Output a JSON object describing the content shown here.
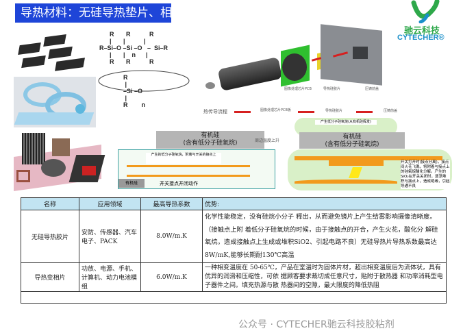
{
  "title": "导热材料：无硅导热垫片、相变材料",
  "logo": {
    "name_cn": "驰云科技",
    "name_en": "CYTECHER®",
    "colors": {
      "green": "#2ea84a",
      "blue": "#1a8fc9"
    }
  },
  "diagram": {
    "exploded_labels": [
      "图像处理芯片PCB",
      "导热硅胶片",
      "压铸前盖"
    ],
    "flow": {
      "label": "热传导流程",
      "steps": [
        "图像处理芯片PCB板",
        "导热硅胶片",
        "压铸前盖"
      ]
    },
    "left_box": {
      "title": "有机硅",
      "subtitle": "(含有低分子硅氧烷)",
      "note": "产生的低分子硅氧烷，附着与开关的接点上",
      "tag": "有机硅",
      "caption": "开关接点开闭动作"
    },
    "middle_label": "周边温度上升",
    "right_box": {
      "cloud": "产生低分子硅氧烷(从有机硅挥发)",
      "title": "有机硅",
      "subtitle": "(含有低分子硅氧烷)",
      "note": "开关打开时(接点分离)，接点间火花飞溅，将附着与接点上的硅氧烷酸化分解。产生的SiO₂在开关关闭时，逐渐堆积与接点上，造成绝缘，引起导通不良"
    }
  },
  "table": {
    "headers": [
      "名称",
      "应用领域",
      "最高导热系数",
      "优势:"
    ],
    "rows": [
      {
        "name": "无硅导热胶片",
        "fields": "安防、传感器、汽车电子、PACK",
        "k": "8.0W/m.K",
        "advantage": "化学性能稳定，没有硅烷小分子 释出，从而避免镜片上产生结雾影响摄像清晰度。（接触点上附 着低分子硅氧烷的时候，由于接触点的开合，产生火花，酸化分 解硅氧烷，造成接触点上生成或堆积SiO2、引起电路不良）无硅导热片导热系数最高达 8W/mK,能够长期耐130℃高温"
      },
      {
        "name": "导热变相片",
        "fields": "功放、电源、手机、计算机、动力电池模组",
        "k": "6.0W/m.K",
        "advantage": "一种相变温度在 50-65℃，产品在室温时为固体片材，超出相变温度后为流体状，具有优异的润滑和压缩性，可依 据顾客要求裁切成任意尺寸，贴附于散热器 和功率消耗型电子器件之间。填充热源与散 热器间的空隙，最大限度的降低热阻"
      }
    ]
  },
  "footer": "公众号 · CYTECHER驰云科技胶粘剂",
  "colors": {
    "title_bg": "#1e45d8",
    "header_bg": "#c2e4f2"
  }
}
